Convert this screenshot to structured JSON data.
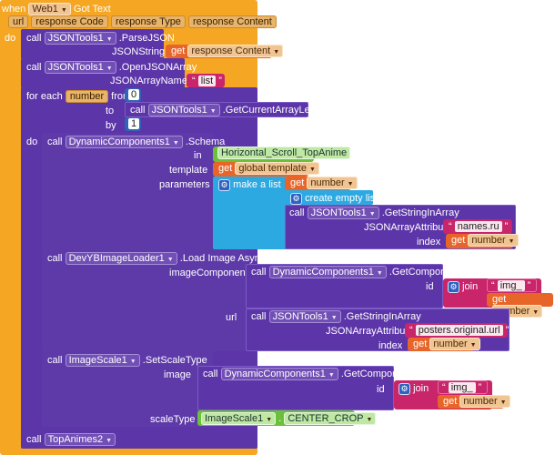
{
  "event": {
    "when_label": "when",
    "component": "Web1",
    "event_name": "Got Text",
    "params": [
      "url",
      "response Code",
      "response Type",
      "response Content"
    ],
    "do_label": "do"
  },
  "kw": {
    "call": "call",
    "get": "get",
    "for_each": "for each",
    "from": "from",
    "to": "to",
    "by": "by",
    "do": "do",
    "in": "in",
    "template": "template",
    "parameters": "parameters",
    "make_list": "make a list",
    "empty_list": "create empty list",
    "join": "join",
    "id": "id",
    "index": "index",
    "url": "url",
    "image": "image",
    "imageComponent": "imageComponent",
    "scaleType": "scaleType",
    "JSONString": "JSONString",
    "JSONArrayName": "JSONArrayName",
    "JSONArrayAttribute": "JSONArrayAttribute"
  },
  "blocks": {
    "parse_json": {
      "component": "JSONTools1",
      "method": ".ParseJSON",
      "get_var": "response Content"
    },
    "open_array": {
      "component": "JSONTools1",
      "method": ".OpenJSONArray",
      "string": "list"
    },
    "for_each": {
      "var": "number",
      "from": "0",
      "to_component": "JSONTools1",
      "to_method": ".GetCurrentArrayLength",
      "by": "1"
    },
    "schema": {
      "component": "DynamicComponents1",
      "method": ".Schema",
      "in_value": "Horizontal_Scroll_TopAnime",
      "template_var": "global template",
      "param_get": "number",
      "array_component": "JSONTools1",
      "array_method": ".GetStringInArray",
      "attr": "names.ru",
      "index_var": "number"
    },
    "loader": {
      "component": "DevYBImageLoader1",
      "method": ".Load Image Async",
      "gc_component": "DynamicComponents1",
      "gc_method": ".GetComponent",
      "join_str": "img_",
      "join_var": "number",
      "url_component": "JSONTools1",
      "url_method": ".GetStringInArray",
      "attr": "posters.original.url",
      "index_var": "number"
    },
    "scale": {
      "component": "ImageScale1",
      "method": ".SetScaleType",
      "gc_component": "DynamicComponents1",
      "gc_method": ".GetComponent",
      "join_str": "img_",
      "join_var": "number",
      "type_component": "ImageScale1",
      "type_value": "CENTER_CROP"
    },
    "final_call": {
      "component": "TopAnimes2"
    }
  },
  "colors": {
    "event": "#f5a623",
    "procedure": "#5c35a8",
    "list": "#2da9e2",
    "text": "#c8256b",
    "variable": "#e8652a",
    "math": "#2f64b6",
    "component": "#6bbf3c"
  }
}
